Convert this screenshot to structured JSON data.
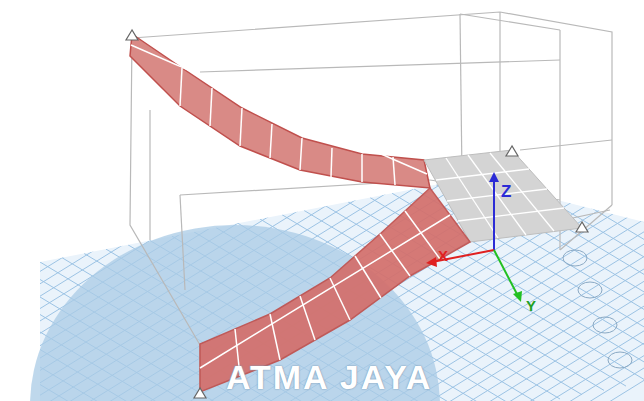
{
  "diagram": {
    "labels": [
      "Z",
      "X",
      "Y",
      "ATMA JAYA"
    ]
  }
}
